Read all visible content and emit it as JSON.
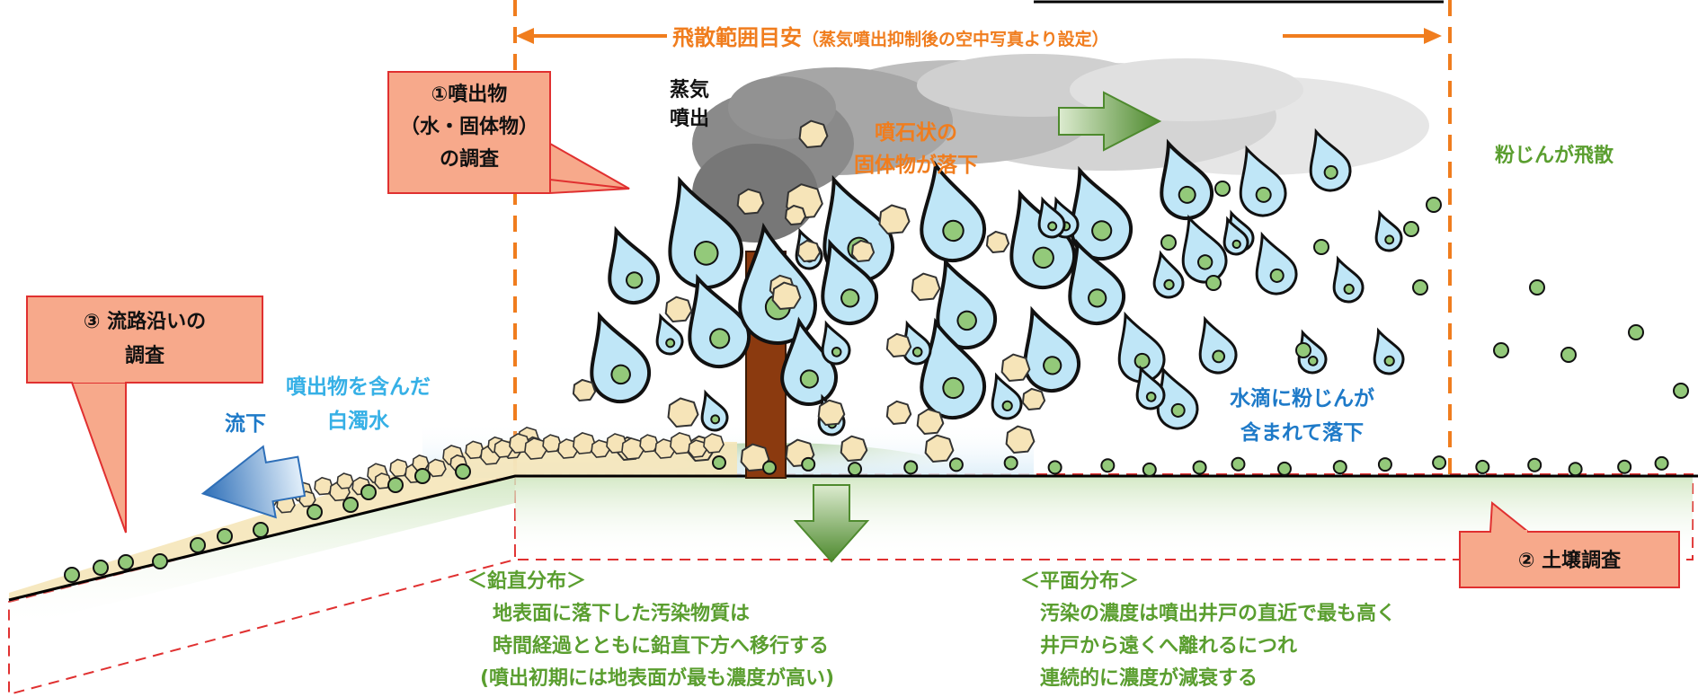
{
  "header": {
    "title": "飛散範囲目安",
    "subtitle": "（蒸気噴出抑制後の空中写真より設定）"
  },
  "callouts": {
    "c1": {
      "lines": [
        "①噴出物",
        "（水・固体物）",
        "の調査"
      ]
    },
    "c2": {
      "text": "② 土壌調査"
    },
    "c3": {
      "lines": [
        "③ 流路沿いの",
        "調査"
      ]
    }
  },
  "labels": {
    "steam": [
      "蒸気",
      "噴出"
    ],
    "rocks": [
      "噴石状の",
      "固体物が落下"
    ],
    "dust": "粉じんが飛散",
    "water_drop": [
      "水滴に粉じんが",
      "含まれて落下"
    ],
    "turbid": [
      "噴出物を含んだ",
      "白濁水"
    ],
    "flow": "流下"
  },
  "vertical": {
    "heading": "＜鉛直分布＞",
    "lines": [
      "地表面に落下した汚染物質は",
      "時間経過とともに鉛直下方へ移行する",
      "(噴出初期には地表面が最も濃度が高い)"
    ]
  },
  "horizontal": {
    "heading": "＜平面分布＞",
    "lines": [
      "汚染の濃度は噴出井戸の直近で最も高く",
      "井戸から遠くへ離れるにつれ",
      "連続的に濃度が減衰する"
    ]
  },
  "colors": {
    "orange": "#f07d1e",
    "green_text": "#5a9e2f",
    "blue_text": "#1e7ac8",
    "cyan_text": "#36b0e6",
    "callout_fill": "#f7a98b",
    "callout_stroke": "#e03030",
    "trunk": "#8b3a0f",
    "drop_fill": "#bfe6f7",
    "dot_green": "#93c97a"
  }
}
